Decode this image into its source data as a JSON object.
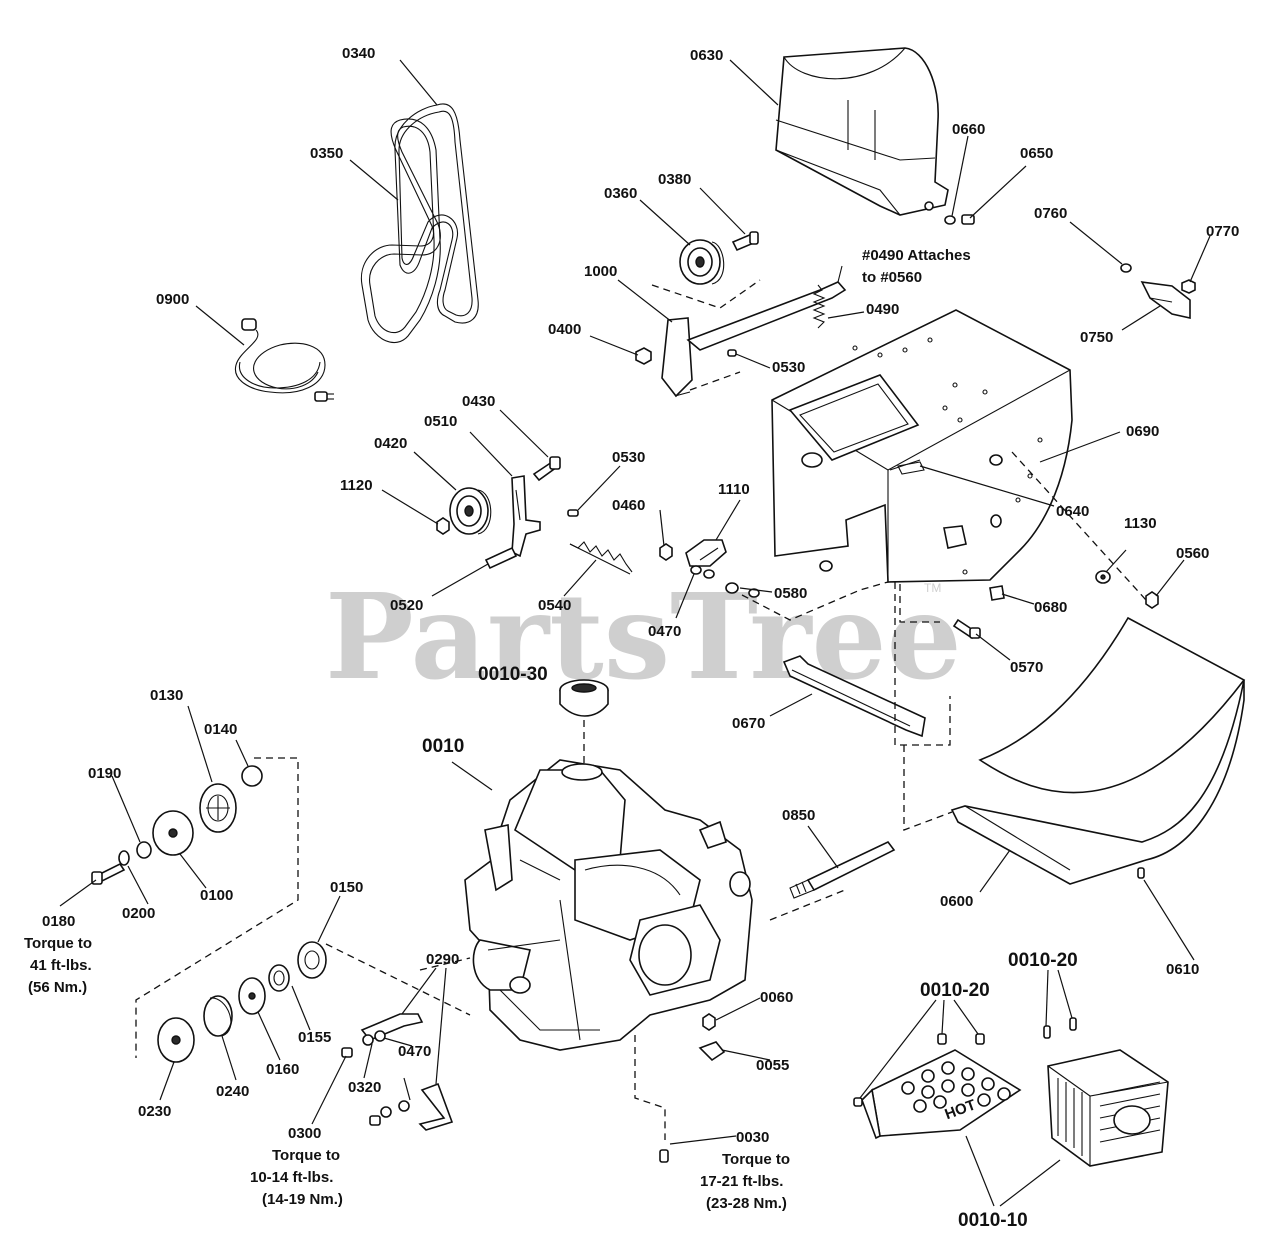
{
  "watermark": {
    "text": "PartsTree",
    "trademark": "TM"
  },
  "callouts": {
    "p0340": "0340",
    "p0350": "0350",
    "p0900": "0900",
    "p0630": "0630",
    "p0660": "0660",
    "p0650": "0650",
    "p0360": "0360",
    "p0380": "0380",
    "p1000": "1000",
    "p0400": "0400",
    "p0490": "0490",
    "p0530a": "0530",
    "p0760": "0760",
    "p0770": "0770",
    "p0750": "0750",
    "p0430": "0430",
    "p0510": "0510",
    "p0420": "0420",
    "p1120": "1120",
    "p0530b": "0530",
    "p0460": "0460",
    "p1110": "1110",
    "p0690": "0690",
    "p0640": "0640",
    "p1130": "1130",
    "p0560": "0560",
    "p0520": "0520",
    "p0540": "0540",
    "p0470a": "0470",
    "p0580": "0580",
    "p0680": "0680",
    "p0570": "0570",
    "p0010_30": "0010-30",
    "p0670": "0670",
    "p0130": "0130",
    "p0140": "0140",
    "p0190": "0190",
    "p0010": "0010",
    "p0850": "0850",
    "p0200": "0200",
    "p0100": "0100",
    "p0180": "0180",
    "p0150": "0150",
    "p0290": "0290",
    "p0600": "0600",
    "p0610": "0610",
    "p0060": "0060",
    "p0010_20a": "0010-20",
    "p0010_20b": "0010-20",
    "p0155": "0155",
    "p0470b": "0470",
    "p0055": "0055",
    "p0320": "0320",
    "p0160": "0160",
    "p0240": "0240",
    "p0230": "0230",
    "p0300": "0300",
    "p0030": "0030",
    "p0010_10": "0010-10"
  },
  "notes": {
    "attach_line1": "#0490 Attaches",
    "attach_line2": "to #0560",
    "t0180_1": "Torque to",
    "t0180_2": "41 ft-lbs.",
    "t0180_3": "(56 Nm.)",
    "t0300_1": "Torque to",
    "t0300_2": "10-14 ft-lbs.",
    "t0300_3": "(14-19 Nm.)",
    "t0030_1": "Torque to",
    "t0030_2": "17-21 ft-lbs.",
    "t0030_3": "(23-28 Nm.)"
  },
  "part_labels": {
    "heat_shield_text": "HOT"
  }
}
